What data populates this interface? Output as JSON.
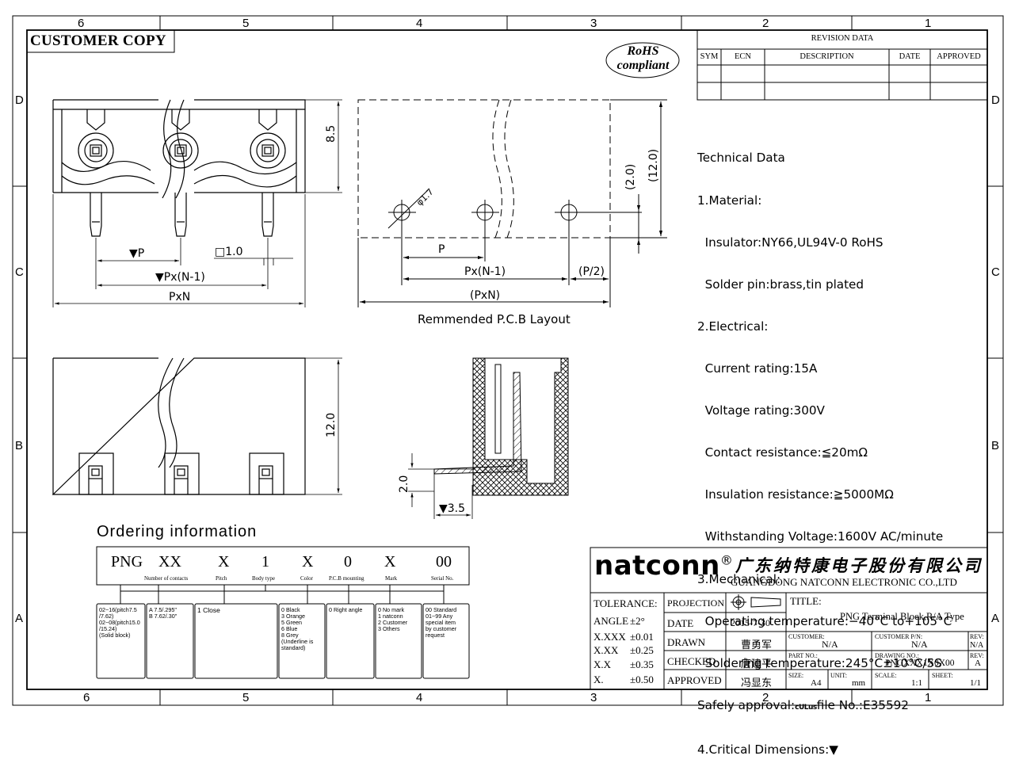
{
  "frame": {
    "zones_top": [
      "6",
      "5",
      "4",
      "3",
      "2",
      "1"
    ],
    "zones_bottom": [
      "6",
      "5",
      "4",
      "3",
      "2",
      "1"
    ],
    "zones_left": [
      "D",
      "C",
      "B",
      "A"
    ],
    "zones_right": [
      "D",
      "C",
      "B",
      "A"
    ]
  },
  "customer_copy": "CUSTOMER COPY",
  "rohs": {
    "line1": "RoHS",
    "line2": "compliant"
  },
  "revision": {
    "title": "REVISION DATA",
    "headers": [
      "SYM",
      "ECN",
      "DESCRIPTION",
      "DATE",
      "APPROVED"
    ]
  },
  "drawing": {
    "dim_8_5": "8.5",
    "dim_12_0_front": "12.0",
    "dim_p": "▼P",
    "dim_sq": "□1.0",
    "dim_pxn1": "▼Px(N-1)",
    "dim_pxn": "PxN",
    "pcb_phi": "φ1.7",
    "pcb_2_0": "(2.0)",
    "pcb_12_0": "(12.0)",
    "pcb_p": "P",
    "pcb_pxn1": "Px(N-1)",
    "pcb_p2": "(P/2)",
    "pcb_pxn": "(PxN)",
    "pcb_caption": "Remmended P.C.B Layout",
    "side_2_0": "2.0",
    "side_3_5": "▼3.5"
  },
  "tech": {
    "lines": [
      "Technical Data",
      "1.Material:",
      "  Insulator:NY66,UL94V-0 RoHS",
      "  Solder pin:brass,tin plated",
      "2.Electrical:",
      "  Current rating:15A",
      "  Voltage rating:300V",
      "  Contact resistance:≦20mΩ",
      "  Insulation resistance:≧5000MΩ",
      "  Withstanding Voltage:1600V AC/minute",
      "3.Mechanical:",
      "  Operating temperature:−40°C to+105°C",
      "  Soldering temperature:245°C±10°C/5S",
      "Safely approval:",
      "file No.:E35592",
      "4.Critical Dimensions:▼"
    ],
    "ul_mark": "cULus"
  },
  "ordering": {
    "title": "Ordering information",
    "codes": [
      "PNG",
      "XX",
      "X",
      "1",
      "X",
      "0",
      "X",
      "00"
    ],
    "labels": [
      "Number of contacts",
      "Pitch",
      "Body type",
      "Color",
      "P.C.B mounting",
      "Mark",
      "Serial No."
    ],
    "options": [
      "02~16(pitch7.5\n/7.62)\n02~08(pitch15.0\n/15.24)\n(Solid block)",
      "A 7.5/.295\"\nB 7.62/.30\"",
      "1 Close",
      "0 Black\n3 Orange\n5 Green\n6 Blue\n8 Grey\n(Underline is\nstandard)",
      "0 Right angle",
      "0 No mark\n1 natconn\n2 Customer\n3 Others",
      "00 Standard\n01~99 Any\nspecial item\nby customer\nrequest"
    ]
  },
  "titleblock": {
    "brand": "natconn",
    "reg": "®",
    "company_cn": "广东纳特康电子股份有限公司",
    "company_en": "GUANGDONG NATCONN ELECTRONIC CO.,LTD",
    "tolerance_label": "TOLERANCE:",
    "tolerances": [
      {
        "k": "ANGLE",
        "v": "±2°"
      },
      {
        "k": "X.XXX",
        "v": "±0.01"
      },
      {
        "k": "X.XX",
        "v": "±0.25"
      },
      {
        "k": "X.X",
        "v": "±0.35"
      },
      {
        "k": "X.",
        "v": "±0.50"
      }
    ],
    "projection_label": "PROJECTION",
    "date_label": "DATE",
    "date_value": "2015-7-30",
    "drawn_label": "DRAWN",
    "drawn_value": "曹勇军",
    "checked_label": "CHECKED",
    "checked_value": "唐建平",
    "approved_label": "APPROVED",
    "approved_value": "冯显东",
    "title_label": "TITLE:",
    "title_value": "PNG  Terminal Block,R/A Type",
    "customer_label": "CUSTOMER:",
    "customer_value": "N/A",
    "customer_pn_label": "CUSTOMER P/N:",
    "customer_pn_value": "N/A",
    "rev_label": "REV:",
    "rev1_value": "N/A",
    "part_no_label": "PART NO.:",
    "drawing_no_label": "DRAWING NO.:",
    "drawing_no_value": "PNGXXX1X0X00",
    "rev2_value": "A",
    "size_label": "SIZE:",
    "size_value": "A4",
    "unit_label": "UNIT:",
    "unit_value": "mm",
    "scale_label": "SCALE:",
    "scale_value": "1:1",
    "sheet_label": "SHEET:",
    "sheet_value": "1/1"
  }
}
